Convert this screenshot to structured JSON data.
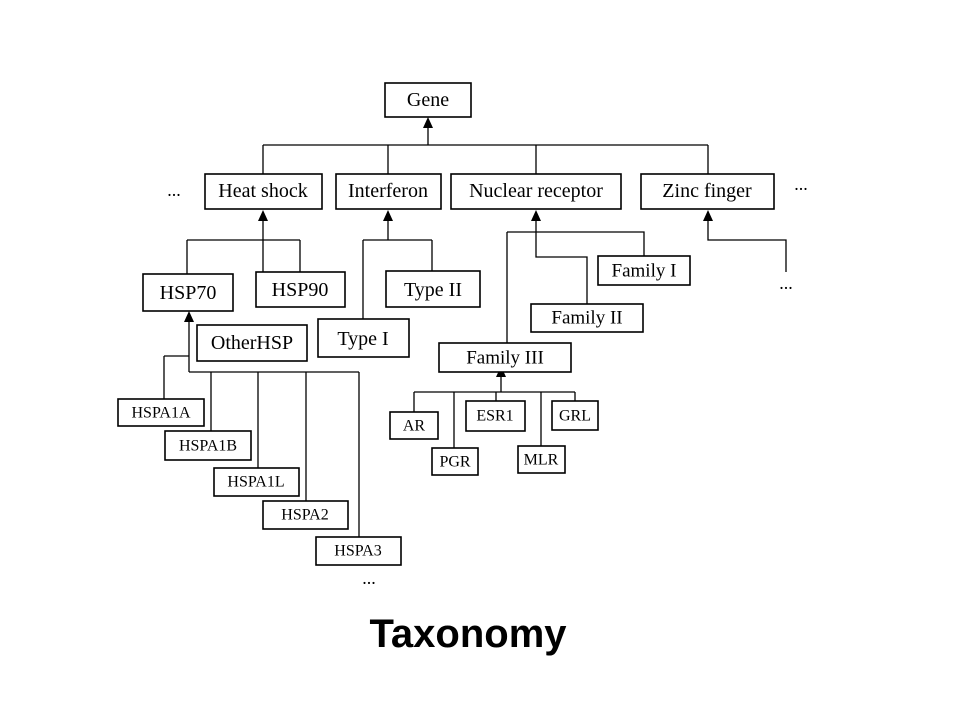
{
  "title": "Taxonomy",
  "ellipsis": "...",
  "nodes": {
    "gene": "Gene",
    "heat_shock": "Heat shock",
    "interferon": "Interferon",
    "nuclear_receptor": "Nuclear receptor",
    "zinc_finger": "Zinc finger",
    "hsp70": "HSP70",
    "hsp90": "HSP90",
    "other_hsp": "OtherHSP",
    "type_ii": "Type II",
    "type_i": "Type I",
    "family_i": "Family I",
    "family_ii": "Family II",
    "family_iii": "Family III",
    "hspa1a": "HSPA1A",
    "hspa1b": "HSPA1B",
    "hspa1l": "HSPA1L",
    "hspa2": "HSPA2",
    "hspa3": "HSPA3",
    "ar": "AR",
    "pgr": "PGR",
    "esr1": "ESR1",
    "mlr": "MLR",
    "grl": "GRL"
  }
}
